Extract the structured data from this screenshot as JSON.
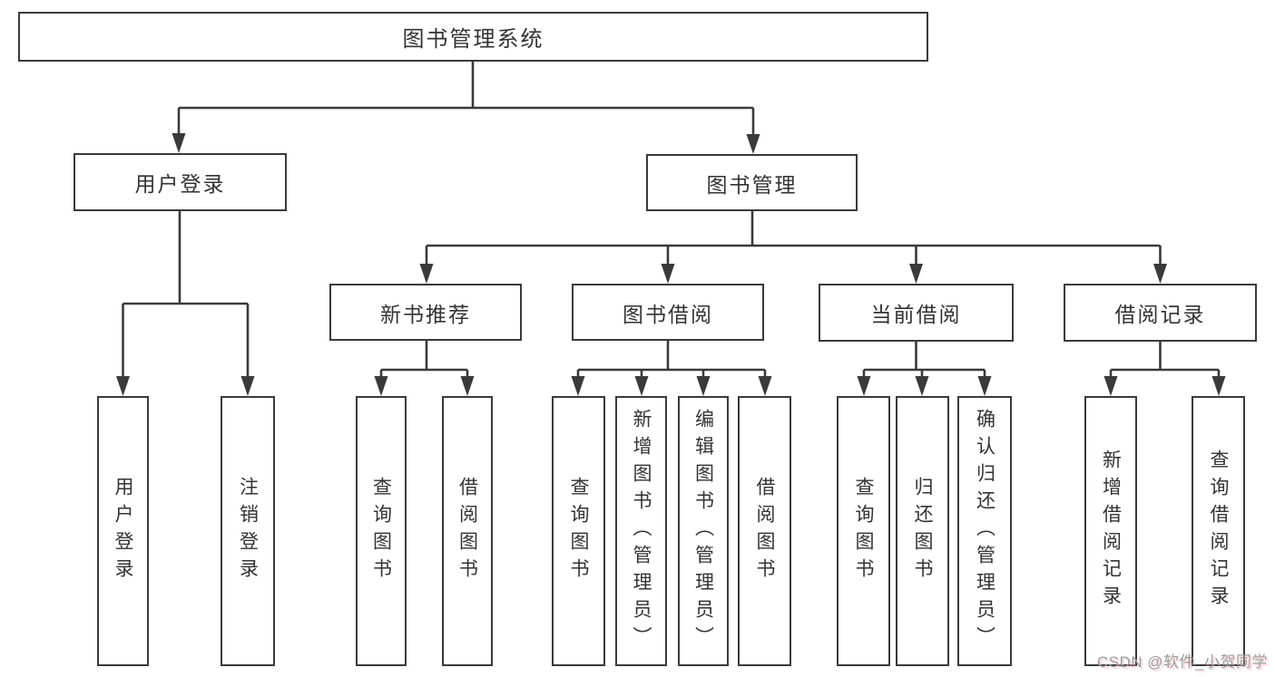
{
  "diagram": {
    "title_note": "function structure diagram",
    "root": {
      "label": "图书管理系统"
    },
    "branches": [
      {
        "label": "用户登录",
        "children": [
          {
            "label": "用户登录"
          },
          {
            "label": "注销登录"
          }
        ]
      },
      {
        "label": "图书管理",
        "children": [
          {
            "label": "新书推荐",
            "children": [
              {
                "label": "查询图书"
              },
              {
                "label": "借阅图书"
              }
            ]
          },
          {
            "label": "图书借阅",
            "children": [
              {
                "label": "查询图书"
              },
              {
                "label": "新增图书（管理员）"
              },
              {
                "label": "编辑图书（管理员）"
              },
              {
                "label": "借阅图书"
              }
            ]
          },
          {
            "label": "当前借阅",
            "children": [
              {
                "label": "查询图书"
              },
              {
                "label": "归还图书"
              },
              {
                "label": "确认归还（管理员）"
              }
            ]
          },
          {
            "label": "借阅记录",
            "children": [
              {
                "label": "新增借阅记录"
              },
              {
                "label": "查询借阅记录"
              }
            ]
          }
        ]
      }
    ]
  },
  "watermark": {
    "text": "CSDN @软件_小贺同学"
  },
  "colors": {
    "line": "#3a3a3a",
    "text": "#333333",
    "background": "#ffffff",
    "watermark_gray": "#9b9b9b",
    "watermark_pink": "#f6b0c0"
  }
}
